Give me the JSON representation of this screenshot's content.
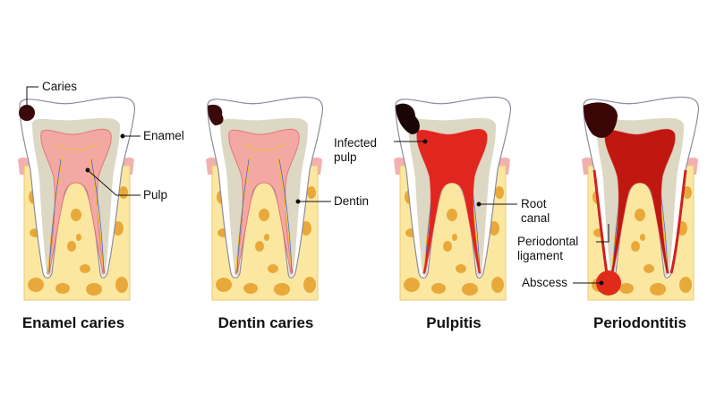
{
  "panels": [
    {
      "title": "Enamel caries"
    },
    {
      "title": "Dentin caries"
    },
    {
      "title": "Pulpitis"
    },
    {
      "title": "Periodontitis"
    }
  ],
  "labels": {
    "caries": "Caries",
    "enamel": "Enamel",
    "pulp": "Pulp",
    "dentin": "Dentin",
    "infected_pulp_1": "Infected",
    "infected_pulp_2": "pulp",
    "root_canal_1": "Root",
    "root_canal_2": "canal",
    "periodontal_1": "Periodontal",
    "periodontal_2": "ligament",
    "abscess": "Abscess"
  },
  "colors": {
    "bone": "#fbe7a0",
    "bone_spots": "#e8a93a",
    "gum": "#f3b0b0",
    "enamel": "#ffffff",
    "dentin": "#ddd8c4",
    "pulp": "#f4a8a4",
    "infection": "#e0261e",
    "caries": "#3a0a0a"
  }
}
